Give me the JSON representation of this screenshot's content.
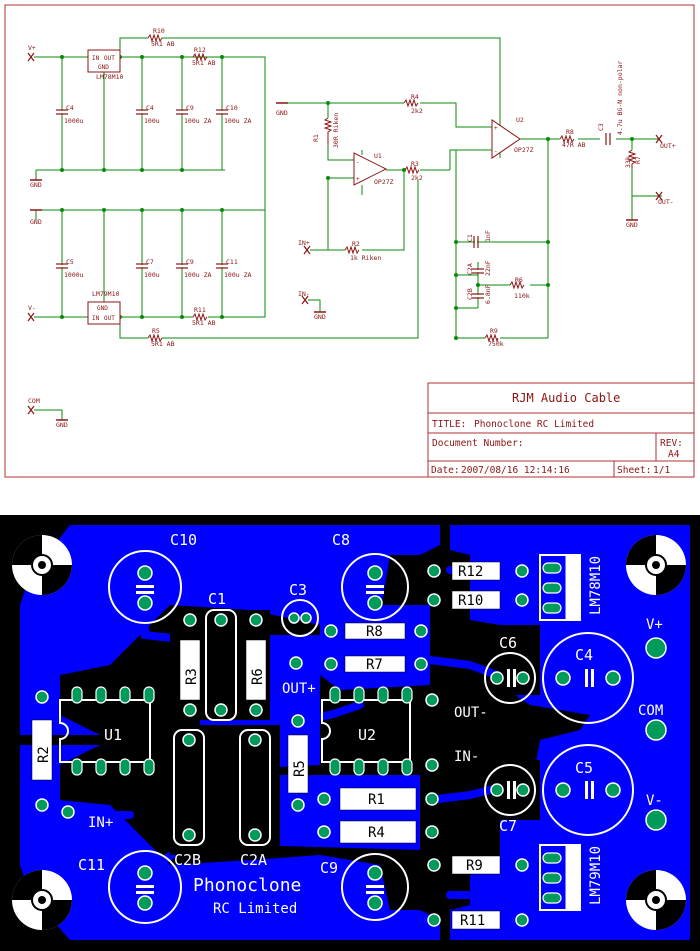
{
  "schematic": {
    "ports": {
      "vplus": "V+",
      "vminus": "V-",
      "com": "COM",
      "gnd": "GND",
      "out_plus": "OUT+",
      "out_minus": "OUT-",
      "in_plus": "IN+",
      "in_minus": "IN-"
    },
    "regulators": {
      "pos": {
        "name": "LM78M10",
        "pin_in": "IN",
        "pin_out": "OUT",
        "pin_gnd": "GND"
      },
      "neg": {
        "name": "LM79M10",
        "pin_in": "IN",
        "pin_out": "OUT",
        "pin_gnd": "GND"
      }
    },
    "parts": {
      "r10": {
        "name": "R10",
        "value": "5R1 AB"
      },
      "r12": {
        "name": "R12",
        "value": "5R1 AB"
      },
      "r11": {
        "name": "R11",
        "value": "5R1 AB"
      },
      "r5": {
        "name": "R5",
        "value": "5R1 AB"
      },
      "c4a": {
        "name": "C4",
        "value": "1000u"
      },
      "c4b": {
        "name": "C4",
        "value": "100u"
      },
      "c9a": {
        "name": "C9",
        "value": "100u ZA"
      },
      "c10": {
        "name": "C10",
        "value": "100u ZA"
      },
      "c5": {
        "name": "C5",
        "value": "1000u"
      },
      "c7": {
        "name": "C7",
        "value": "100u"
      },
      "c9b": {
        "name": "C9",
        "value": "100u ZA"
      },
      "c11": {
        "name": "C11",
        "value": "100u ZA"
      },
      "r1": {
        "name": "R1",
        "value": "30R Riken"
      },
      "r4": {
        "name": "R4",
        "value": "2k2"
      },
      "r3": {
        "name": "R3",
        "value": "2k2"
      },
      "r2": {
        "name": "R2",
        "value": "1k Riken"
      },
      "r8": {
        "name": "R8",
        "value": "47R AB"
      },
      "c3": {
        "name": "C3",
        "value": "4.7u BG-N non-polar"
      },
      "r7": {
        "name": "R7",
        "value": "33k"
      },
      "u1": {
        "name": "U1",
        "value": "OP27Z"
      },
      "u2": {
        "name": "U2",
        "value": "OP27Z"
      },
      "c1": {
        "name": "C1",
        "value": "1nF"
      },
      "c2a": {
        "name": "C2A",
        "value": "22nF"
      },
      "c2b": {
        "name": "C2B",
        "value": "6.8nF"
      },
      "r6": {
        "name": "R6",
        "value": "110k"
      },
      "r9": {
        "name": "R9",
        "value": "750k"
      }
    },
    "title_block": {
      "company": "RJM Audio Cable",
      "title_label": "TITLE:",
      "title_value": "Phonoclone RC Limited",
      "doc_label": "Document Number:",
      "rev_label": "REV:",
      "rev_value": "A4",
      "date_label": "Date:",
      "date_value": "2007/08/16 12:14:16",
      "sheet_label": "Sheet:",
      "sheet_value": "1/1"
    }
  },
  "pcb": {
    "caps": {
      "c10": "C10",
      "c8": "C8",
      "c3": "C3",
      "c1": "C1",
      "c6": "C6",
      "c4": "C4",
      "c5": "C5",
      "c7": "C7",
      "c2b": "C2B",
      "c2a": "C2A",
      "c11": "C11",
      "c9": "C9"
    },
    "resistors": {
      "r12": "R12",
      "r10": "R10",
      "r8": "R8",
      "r7": "R7",
      "r3": "R3",
      "r6": "R6",
      "r2": "R2",
      "r5": "R5",
      "r1": "R1",
      "r4": "R4",
      "r9": "R9",
      "r11": "R11"
    },
    "ics": {
      "u1": "U1",
      "u2": "U2"
    },
    "regulators": {
      "pos": "LM78M10",
      "neg": "LM79M10"
    },
    "pads": {
      "vplus": "V+",
      "com": "COM",
      "vminus": "V-",
      "out_plus": "OUT+",
      "out_minus": "OUT-",
      "in_minus": "IN-",
      "in_plus": "IN+"
    },
    "board_title": "Phonoclone",
    "board_subtitle": "RC Limited",
    "colors": {
      "board": "#000000",
      "copper": "#0000ff",
      "outline": "#ffffff",
      "pad": "#009b5a"
    }
  }
}
